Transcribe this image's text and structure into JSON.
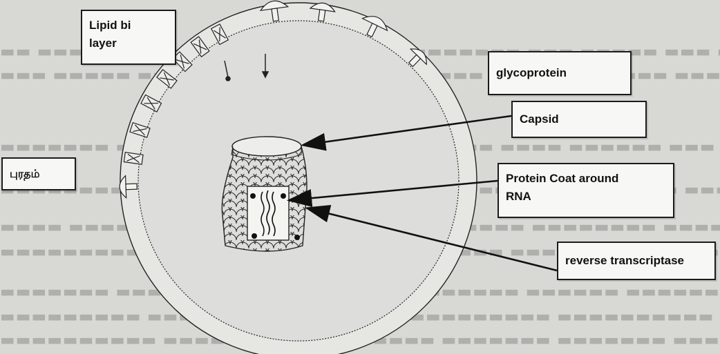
{
  "labels": {
    "lipid_bilayer_line1": "Lipid bi",
    "lipid_bilayer_line2": "layer",
    "glycoprotein": "glycoprotein",
    "capsid": "Capsid",
    "protein_coat_line1": "Protein Coat around",
    "protein_coat_line2": "RNA",
    "reverse_transcriptase": "reverse transcriptase",
    "side_label": "புரதம்"
  },
  "colors": {
    "background": "#d8d8d5",
    "box_fill": "#f7f7f5",
    "line": "#1a1a1a",
    "background_text": "#a9a9a6"
  }
}
